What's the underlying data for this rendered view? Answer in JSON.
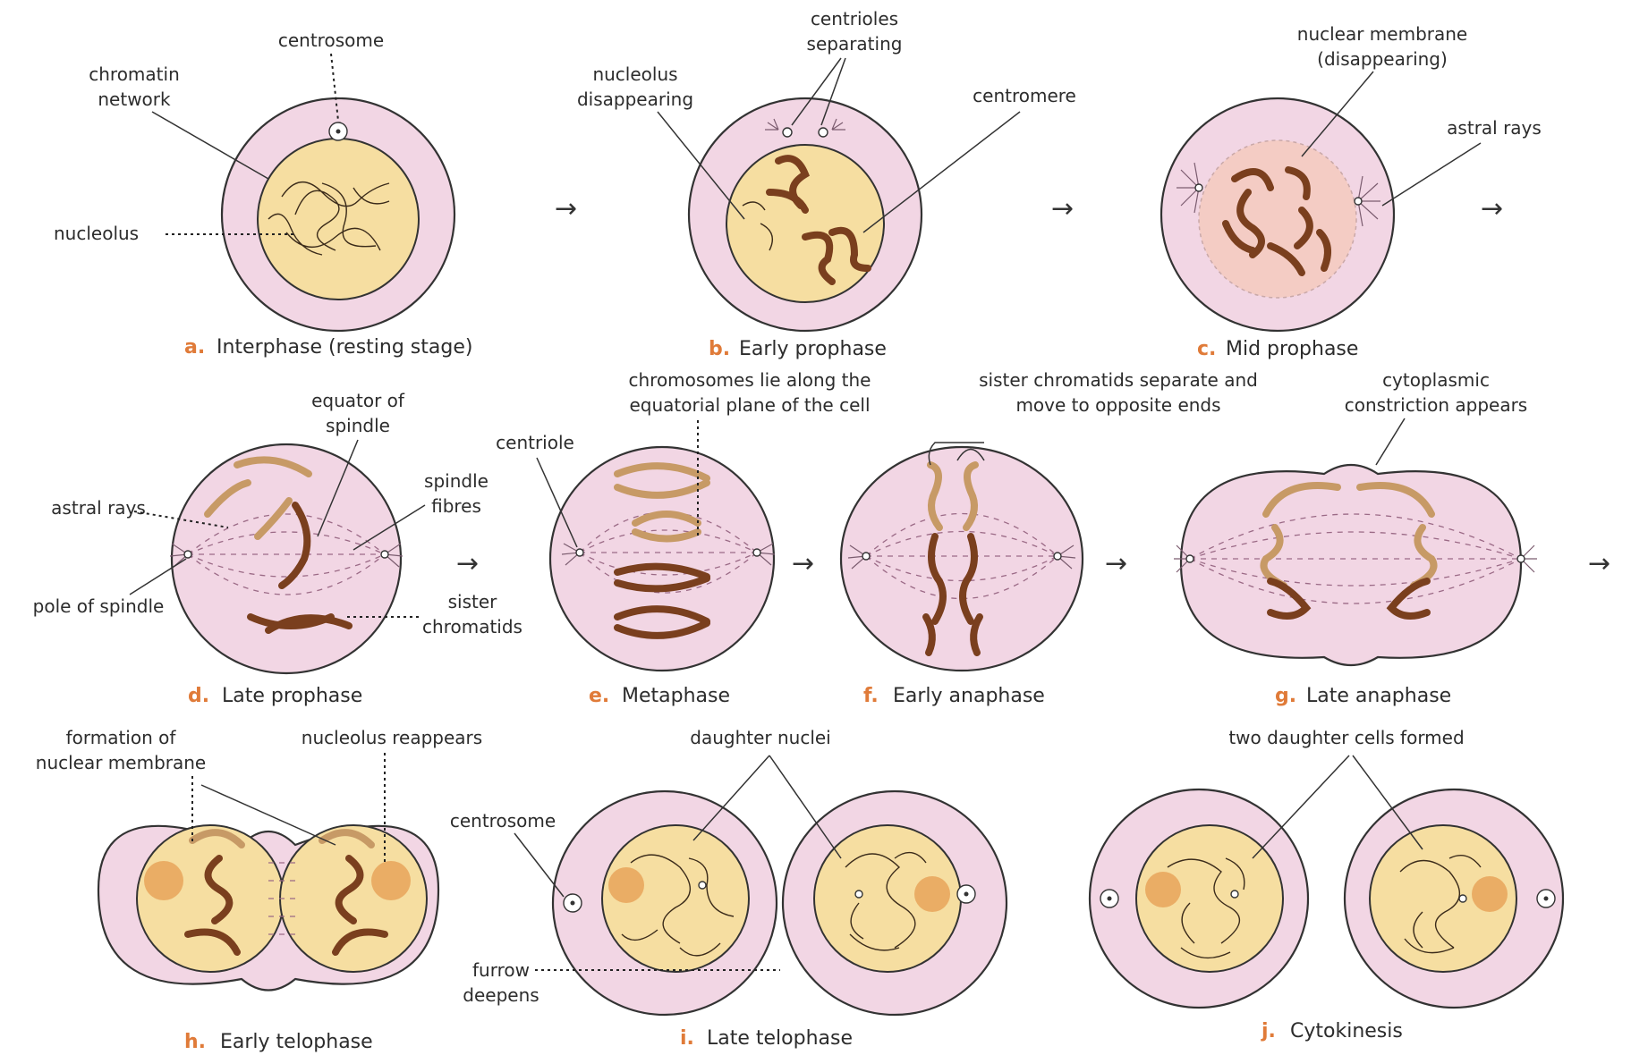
{
  "stages": [
    {
      "letter": "a.",
      "name": "Interphase (resting stage)"
    },
    {
      "letter": "b.",
      "name": "Early prophase"
    },
    {
      "letter": "c.",
      "name": "Mid prophase"
    },
    {
      "letter": "d.",
      "name": "Late prophase"
    },
    {
      "letter": "e.",
      "name": "Metaphase"
    },
    {
      "letter": "f.",
      "name": "Early anaphase"
    },
    {
      "letter": "g.",
      "name": "Late anaphase"
    },
    {
      "letter": "h.",
      "name": "Early telophase"
    },
    {
      "letter": "i.",
      "name": "Late telophase"
    },
    {
      "letter": "j.",
      "name": "Cytokinesis"
    }
  ],
  "labels": {
    "centrosome": "centrosome",
    "chromatin_1": "chromatin",
    "chromatin_2": "network",
    "nucleolus": "nucleolus",
    "centrioles_1": "centrioles",
    "centrioles_2": "separating",
    "nucleolus_dis_1": "nucleolus",
    "nucleolus_dis_2": "disappearing",
    "centromere": "centromere",
    "nuc_mem_1": "nuclear membrane",
    "nuc_mem_2": "(disappearing)",
    "astral_rays_c": "astral rays",
    "equator_1": "equator of",
    "equator_2": "spindle",
    "astral_rays_d": "astral rays",
    "spindle_fibres_1": "spindle",
    "spindle_fibres_2": "fibres",
    "pole": "pole of spindle",
    "sister_1": "sister",
    "sister_2": "chromatids",
    "centriole": "centriole",
    "chrom_lie_1": "chromosomes lie along the",
    "chrom_lie_2": "equatorial plane of the cell",
    "sister_sep_1": "sister chromatids separate and",
    "sister_sep_2": "move to opposite ends",
    "cyto_1": "cytoplasmic",
    "cyto_2": "constriction appears",
    "formation_1": "formation of",
    "formation_2": "nuclear membrane",
    "nucleolus_re": "nucleolus reappears",
    "daughter_nuclei": "daughter nuclei",
    "centrosome_i": "centrosome",
    "furrow_1": "furrow",
    "furrow_2": "deepens",
    "two_daughter": "two daughter cells formed"
  },
  "arrow_glyph": "→",
  "colors": {
    "cell": "#f2d6e4",
    "nucleus": "#f6dea1",
    "chromosome": "#7a3f1e",
    "caption_letter": "#e07b39"
  }
}
